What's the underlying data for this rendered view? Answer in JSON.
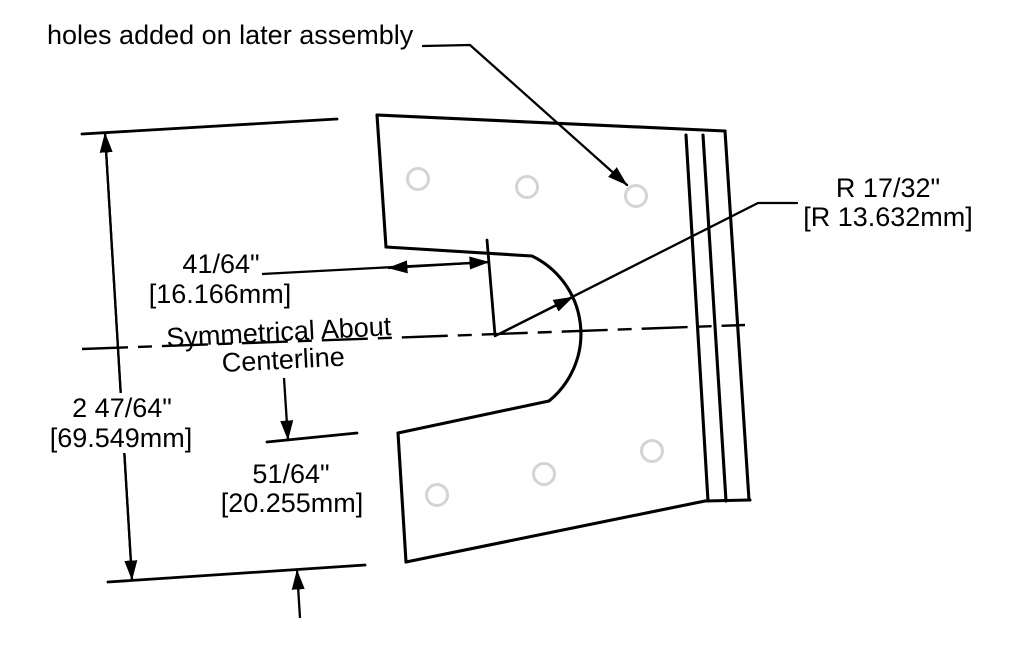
{
  "drawing": {
    "note": "holes added on later assembly",
    "symmetry_label": {
      "line1": "Symmetrical About",
      "line2": "Centerline"
    },
    "dimensions": {
      "radius": {
        "inch": "R 17/32\"",
        "mm": "[R 13.632mm]"
      },
      "slot_depth": {
        "inch": "41/64\"",
        "mm": "[16.166mm]"
      },
      "overall": {
        "inch": "2 47/64\"",
        "mm": "[69.549mm]"
      },
      "offset": {
        "inch": "51/64\"",
        "mm": "[20.255mm]"
      }
    },
    "holes": {
      "count": 6,
      "color": "#d4d4d4"
    },
    "colors": {
      "ink": "#000000",
      "background": "#ffffff"
    }
  }
}
